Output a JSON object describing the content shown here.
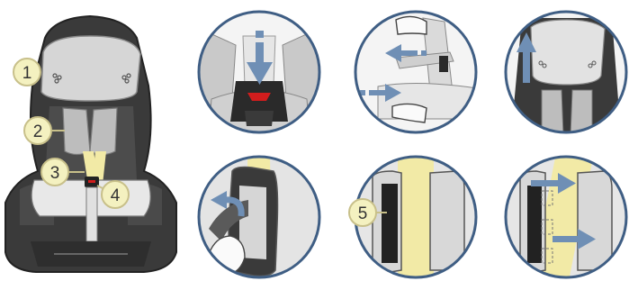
{
  "colors": {
    "seat_dark": "#3a3a3a",
    "seat_mid": "#5a5a5a",
    "pad_light": "#cfd0d0",
    "belt_yellow": "#f2eaa6",
    "callout_fill": "#f4f1c0",
    "callout_stroke": "#c8c08a",
    "circle_border": "#3f5e84",
    "arrow_blue": "#6f8fb5",
    "buckle_red": "#d11d1d",
    "background": "#ffffff"
  },
  "overview": {
    "callouts": [
      "1",
      "2",
      "3",
      "4"
    ]
  },
  "steps": {
    "step5_label": "5"
  }
}
